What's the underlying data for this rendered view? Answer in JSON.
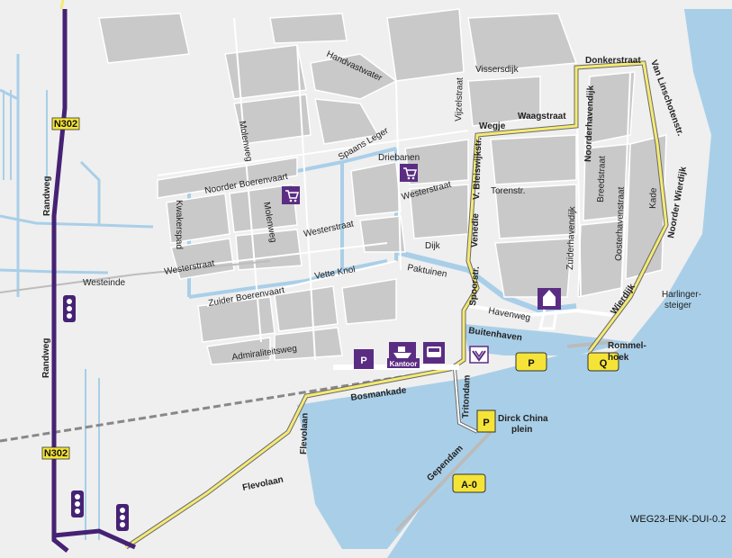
{
  "map": {
    "code": "WEG23-ENK-DUI-0.2",
    "roads": {
      "n302_top": "N302",
      "n302_bottom": "N302",
      "randweg_top": "Randweg",
      "randweg_bottom": "Randweg"
    },
    "streets": {
      "handvastwater": "Handvastwater",
      "spaans_leger": "Spaans Leger",
      "vissersdijk": "Vissersdijk",
      "vijzelstraat": "Vijzelstraat",
      "driebanen": "Driebanen",
      "molenweg1": "Molenweg",
      "molenweg2": "Molenweg",
      "noorder_boerenvaart": "Noorder Boerenvaart",
      "westerstraat_w": "Westerstraat",
      "westerstraat_m": "Westerstraat",
      "westerstraat_e": "Westerstraat",
      "kwakerspad": "Kwakerspad",
      "westeinde": "Westeinde",
      "zuider_boerenvaart": "Zuider Boerenvaart",
      "vette_knol": "Vette Knol",
      "dijk": "Dijk",
      "paktuinen": "Paktuinen",
      "admiraliteitsweg": "Admiraliteitsweg",
      "wegje": "Wegje",
      "waagstraat": "Waagstraat",
      "v_bleiswijkstr": "V. Bleiswijkstr.",
      "venedie": "Venedie",
      "spoorstr": "Spoorstr.",
      "havenweg": "Havenweg",
      "torenstr": "Torenstr.",
      "noorderhavendijk": "Noorderhavendijk",
      "zuiderhavendijk": "Zuiderhavendijk",
      "breedstraat": "Breedstraat",
      "oosterhavenstraat": "Oosterhavenstraat",
      "kade": "Kade",
      "donkerstraat": "Donkerstraat",
      "van_linschotenstr": "Van Linschotenstr.",
      "noorder_wierdijk": "Noorder Wierdijk",
      "wierdijk": "Wierdijk",
      "buitenhaven": "Buitenhaven",
      "bosmankade": "Bosmankade",
      "flevolaan1": "Flevolaan",
      "flevolaan2": "Flevolaan",
      "tritondam": "Tritondam",
      "gependam": "Gependam",
      "rommelhoek1": "Rommel-",
      "rommelhoek2": "hoek",
      "harlinger1": "Harlinger-",
      "harlinger2": "steiger",
      "dirck1": "Dirck China",
      "dirck2": "plein"
    },
    "badges": {
      "p_kantoor": "P",
      "p_buitenhaven": "P",
      "q": "Q",
      "p_dirck": "P",
      "a0": "A-0",
      "kantoor": "Kantoor"
    },
    "colors": {
      "water": "#a9cfe8",
      "land": "#f0f0f0",
      "block": "#c9c9c9",
      "route": "#f5ea73",
      "main_road": "#452273",
      "badge": "#f5e437",
      "purple": "#5a2d82"
    },
    "icons": [
      "traffic-light-icon",
      "shopping-cart-icon",
      "parking-icon",
      "ferry-icon",
      "bus-icon",
      "tower-icon",
      "ship-icon"
    ]
  }
}
